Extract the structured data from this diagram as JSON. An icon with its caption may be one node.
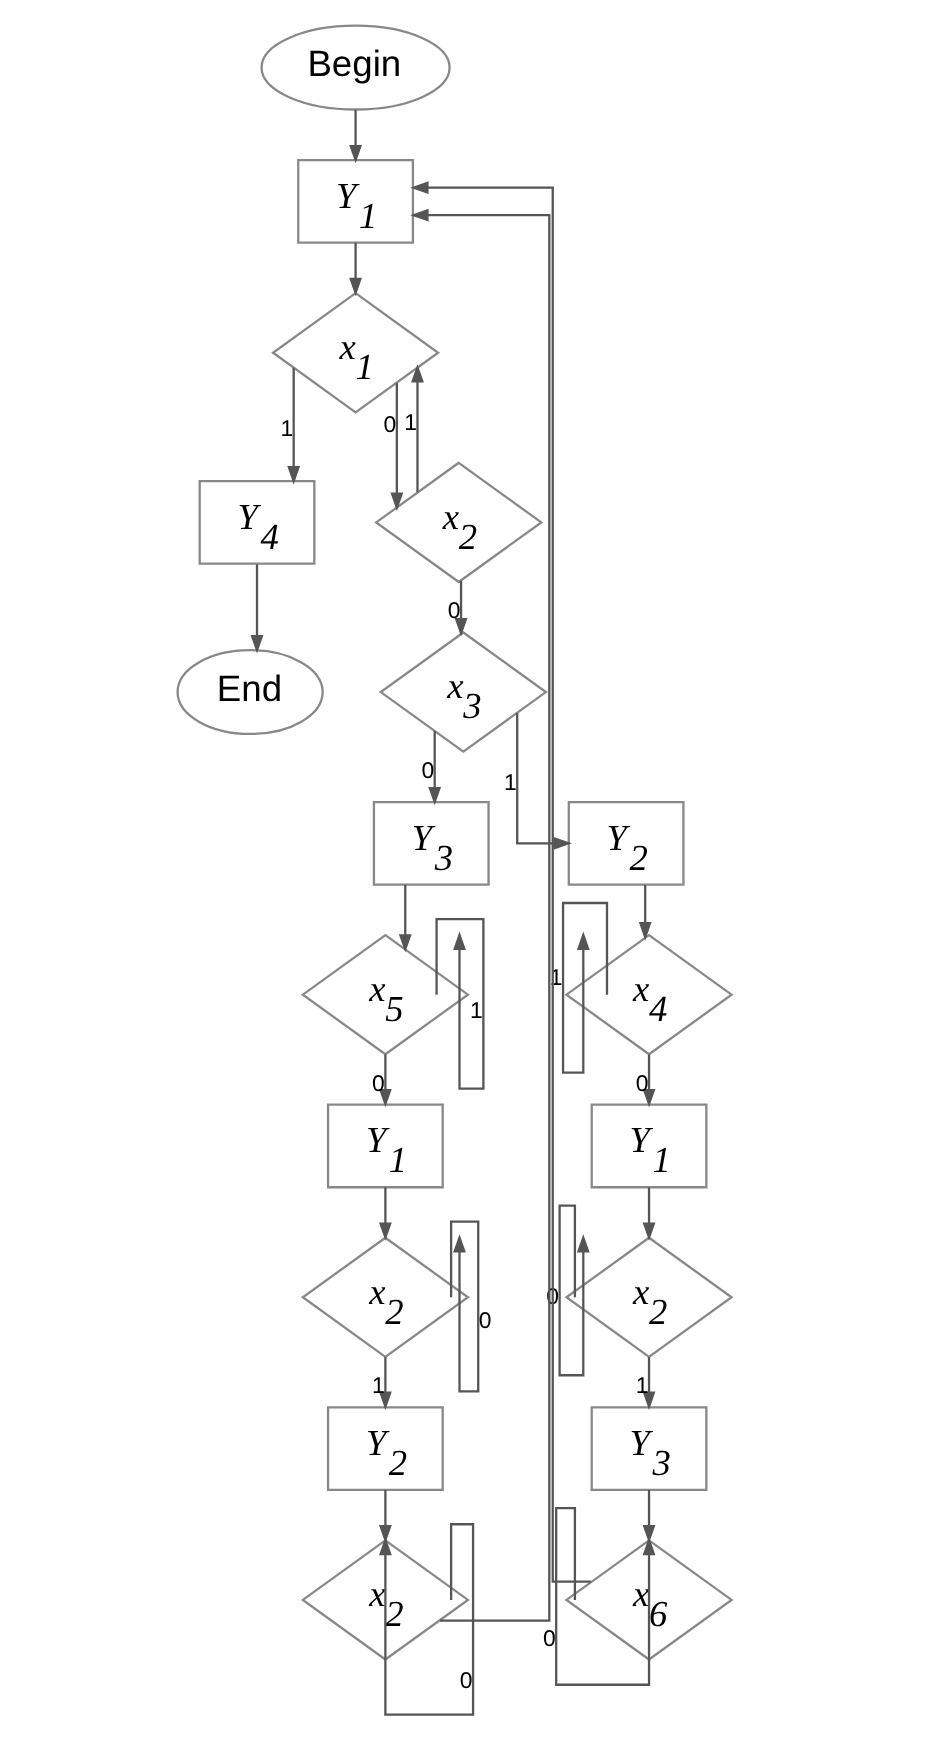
{
  "diagram": {
    "nodes": [
      {
        "text": [
          "Begin"
        ]
      },
      {
        "text": [
          "Y$_{1}$"
        ]
      },
      {
        "text": [
          "x$_{1}$"
        ]
      },
      {
        "text": [
          "Y$_{4}$"
        ]
      },
      {
        "text": [
          "End"
        ]
      },
      {
        "text": [
          "x$_{2}$"
        ]
      },
      {
        "text": [
          "x$_{3}$"
        ]
      },
      {
        "text": [
          "Y$_{3}$"
        ]
      },
      {
        "text": [
          "Y$_{2}$"
        ]
      },
      {
        "text": [
          "x$_{5}$"
        ]
      },
      {
        "text": [
          "x$_{4}$"
        ]
      },
      {
        "text": [
          "Y$_{1}$"
        ]
      },
      {
        "text": [
          "Y$_{1}$"
        ]
      },
      {
        "text": [
          "x$_{2}$"
        ]
      },
      {
        "text": [
          "x$_{2}$"
        ]
      },
      {
        "text": [
          "Y$_{2}$"
        ]
      },
      {
        "text": [
          "Y$_{3}$"
        ]
      },
      {
        "text": [
          "x$_{2}$"
        ]
      },
      {
        "text": [
          "x$_{6}$"
        ]
      }
    ],
    "edges": [
      {
        "from": 0,
        "to": 1,
        "arrow": "to"
      },
      {
        "from": 1,
        "to": 2,
        "arrow": "to"
      },
      {
        "from": 2,
        "to": 3,
        "label": "1",
        "arrow": "to"
      },
      {
        "from": 3,
        "to": 4,
        "arrow": "to"
      },
      {
        "from": 2,
        "to": 5,
        "label": "0",
        "arrow": "to"
      },
      {
        "from": 5,
        "to": 2,
        "label": "1",
        "arrow": "to"
      },
      {
        "from": 5,
        "to": 6,
        "label": "0",
        "arrow": "to"
      },
      {
        "from": 6,
        "to": 7,
        "label": "0",
        "arrow": "to"
      },
      {
        "from": 6,
        "to": 8,
        "label": "1",
        "arrow": "to"
      },
      {
        "from": 7,
        "to": 9,
        "arrow": "to"
      },
      {
        "from": 9,
        "to": 9,
        "label": "1",
        "arrow": "to"
      },
      {
        "from": 8,
        "to": 10,
        "arrow": "to"
      },
      {
        "from": 10,
        "to": 10,
        "label": "1",
        "arrow": "to"
      },
      {
        "from": 9,
        "to": 11,
        "label": "0",
        "arrow": "to"
      },
      {
        "from": 10,
        "to": 12,
        "label": "0",
        "arrow": "to"
      },
      {
        "from": 11,
        "to": 13,
        "arrow": "to"
      },
      {
        "from": 13,
        "to": 13,
        "label": "0",
        "arrow": "to"
      },
      {
        "from": 12,
        "to": 14,
        "arrow": "to"
      },
      {
        "from": 14,
        "to": 14,
        "label": "0",
        "arrow": "to"
      },
      {
        "from": 13,
        "to": 15,
        "label": "1",
        "arrow": "to"
      },
      {
        "from": 14,
        "to": 16,
        "label": "1",
        "arrow": "to"
      },
      {
        "from": 15,
        "to": 17,
        "arrow": "to"
      },
      {
        "from": 17,
        "to": 17,
        "label": "0",
        "arrow": "to"
      },
      {
        "from": 16,
        "to": 18,
        "arrow": "to"
      },
      {
        "from": 18,
        "to": 18,
        "label": "0",
        "arrow": "to"
      },
      {
        "from": 17,
        "to": 1,
        "arrow": "to"
      },
      {
        "from": 18,
        "to": 1,
        "arrow": "to"
      }
    ]
  }
}
